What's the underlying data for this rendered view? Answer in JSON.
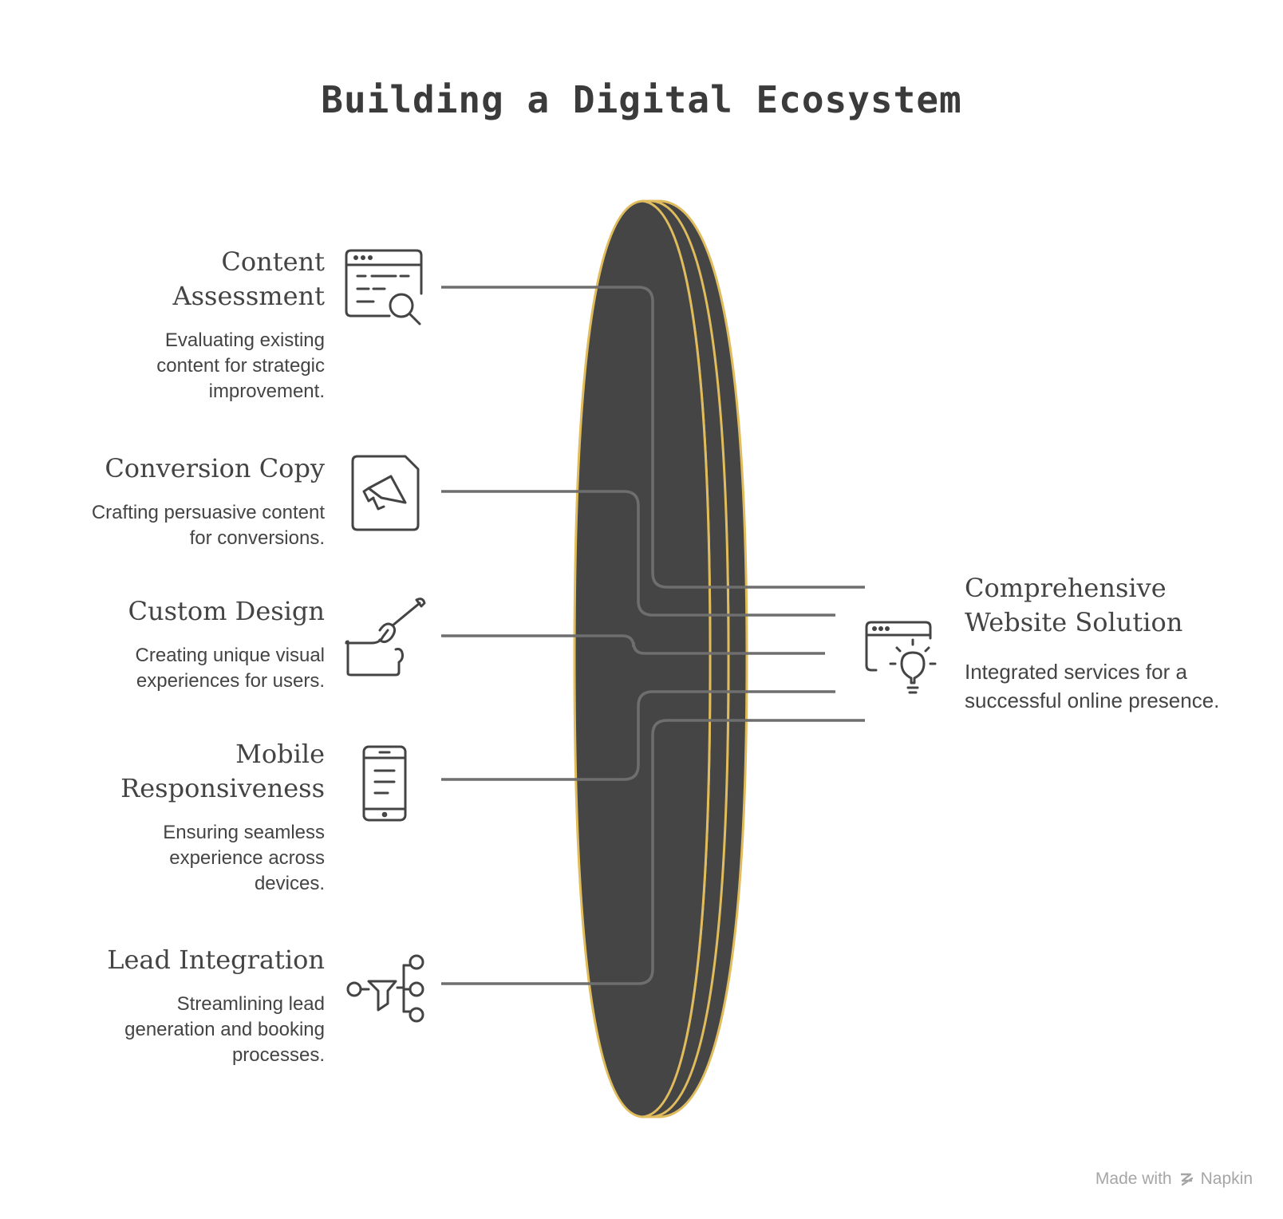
{
  "title": "Building a Digital Ecosystem",
  "colors": {
    "lens_fill": "#454545",
    "lens_stroke": "#e0bc5c",
    "line": "#6e6e6e",
    "text": "#444444",
    "icon": "#444444"
  },
  "items": [
    {
      "title": "Content Assessment",
      "title_lines": [
        "Content",
        "Assessment"
      ],
      "description": "Evaluating existing content for strategic improvement.",
      "icon": "browser-search-icon"
    },
    {
      "title": "Conversion Copy",
      "title_lines": [
        "Conversion Copy"
      ],
      "description": "Crafting persuasive content for conversions.",
      "icon": "megaphone-document-icon"
    },
    {
      "title": "Custom Design",
      "title_lines": [
        "Custom Design"
      ],
      "description": "Creating unique visual experiences for users.",
      "icon": "paintbrush-hand-icon"
    },
    {
      "title": "Mobile Responsiveness",
      "title_lines": [
        "Mobile",
        "Responsiveness"
      ],
      "description": "Ensuring seamless experience across devices.",
      "icon": "smartphone-icon"
    },
    {
      "title": "Lead Integration",
      "title_lines": [
        "Lead Integration"
      ],
      "description": "Streamlining lead generation and booking processes.",
      "icon": "funnel-network-icon"
    }
  ],
  "result": {
    "title": "Comprehensive Website Solution",
    "title_lines": [
      "Comprehensive",
      "Website Solution"
    ],
    "description": "Integrated services for a successful online presence.",
    "icon": "browser-lightbulb-icon"
  },
  "footer": {
    "made_with": "Made with",
    "brand": "Napkin"
  }
}
